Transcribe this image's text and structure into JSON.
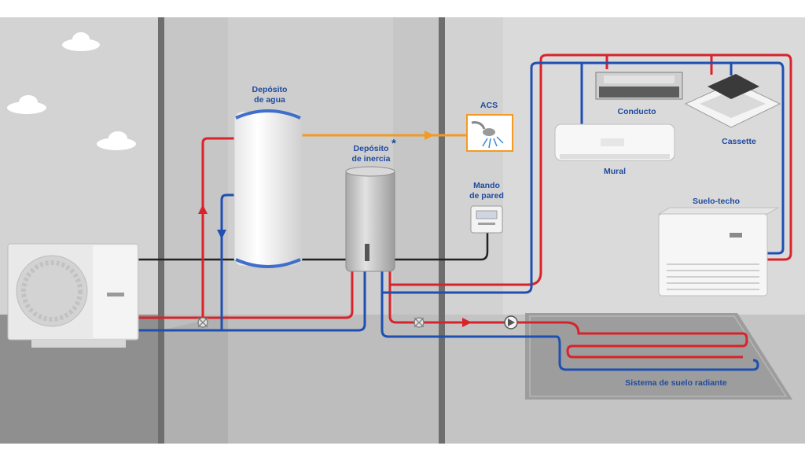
{
  "labels": {
    "deposito_agua": [
      "Depósito",
      "de agua"
    ],
    "deposito_inercia": [
      "Depósito",
      "de inercia"
    ],
    "deposito_inercia_mark": "*",
    "acs": "ACS",
    "mando_pared": [
      "Mando",
      "de pared"
    ],
    "conducto": "Conducto",
    "cassette": "Cassette",
    "mural": "Mural",
    "suelo_techo": "Suelo-techo",
    "suelo_radiante": "Sistema de suelo radiante"
  },
  "colors": {
    "hot_pipe": "#d8232a",
    "cold_pipe": "#1f4fb0",
    "dhw_pipe": "#f29a24",
    "signal_wire": "#222222",
    "label": "#1f4a9e"
  }
}
